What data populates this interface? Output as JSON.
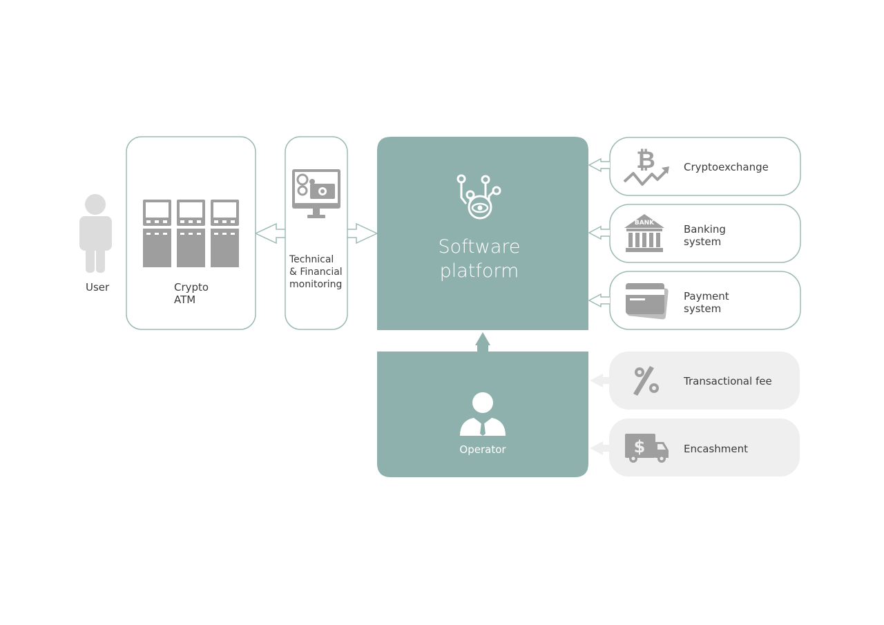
{
  "labels": {
    "user": "User",
    "atm": "Crypto\nATM",
    "monitoring": "Technical\n& Financial\nmonitoring",
    "platform": "Software\nplatform",
    "operator": "Operator",
    "cryptoexchange": "Cryptoexchange",
    "banking": "Banking\nsystem",
    "payment": "Payment\nsystem",
    "fee": "Transactional fee",
    "encashment": "Encashment",
    "bank_sign": "BANK"
  },
  "colors": {
    "teal": "#8fb1ae",
    "border": "#9bbab6",
    "gray_icon": "#9e9e9e",
    "light_icon": "#dcdcdc",
    "pill_fill": "#efefef"
  },
  "icons": [
    "user-icon",
    "atm-icon",
    "monitoring-icon",
    "platform-network-icon",
    "operator-icon",
    "bitcoin-chart-icon",
    "bank-icon",
    "card-icon",
    "percent-icon",
    "cash-truck-icon"
  ]
}
